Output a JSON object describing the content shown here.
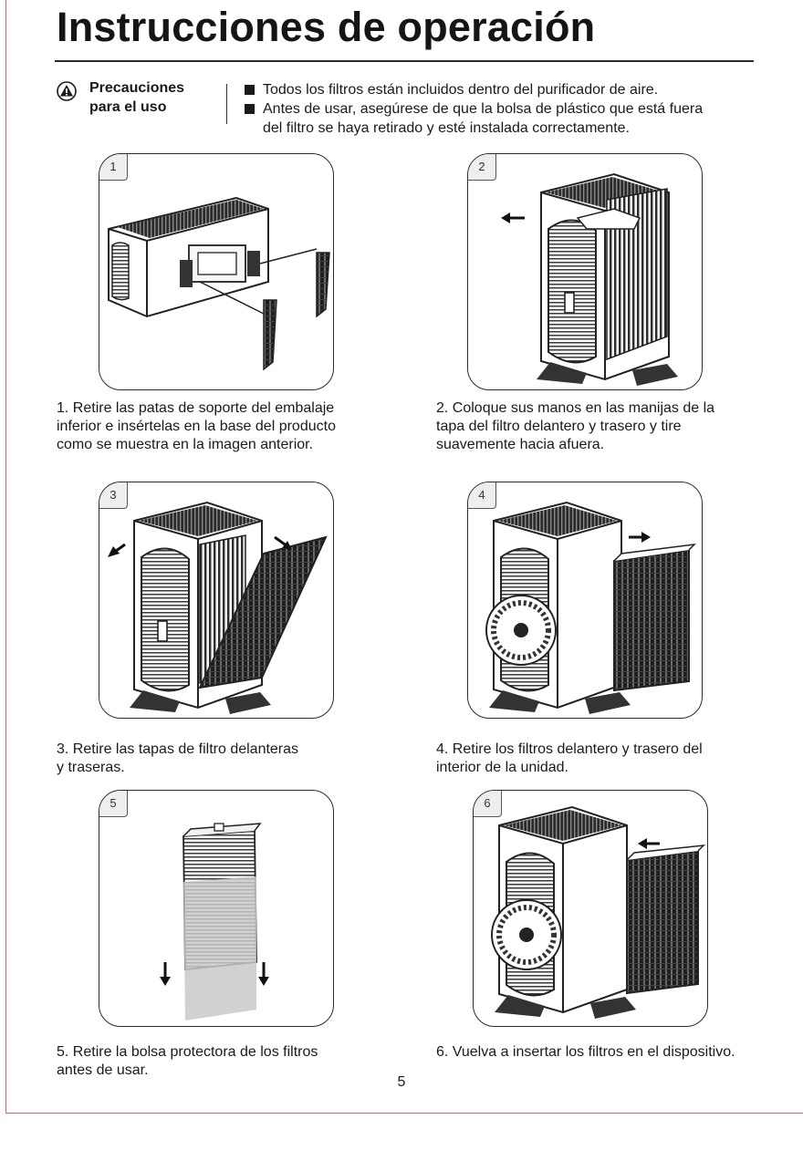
{
  "page": {
    "title": "Instrucciones de operación",
    "page_number": "5"
  },
  "precautions": {
    "label_line1": "Precauciones",
    "label_line2": "para el uso",
    "icon": "warning-triangle-icon",
    "items": [
      {
        "line1": "Todos los filtros están incluidos dentro del purificador de aire.",
        "line2": ""
      },
      {
        "line1": "Antes de usar, asegúrese de que la bolsa de plástico que está fuera",
        "line2": "del filtro se haya retirado y esté instalada correctamente."
      }
    ]
  },
  "steps": [
    {
      "number": "1",
      "caption_lines": [
        "1. Retire las patas de soporte del embalaje",
        "inferior e insértelas en la base del producto",
        "como se muestra en la imagen anterior."
      ]
    },
    {
      "number": "2",
      "caption_lines": [
        "2. Coloque sus manos en las manijas de la",
        "tapa del filtro delantero y trasero y tire",
        "suavemente hacia afuera."
      ]
    },
    {
      "number": "3",
      "caption_lines": [
        "3. Retire las tapas de filtro delanteras",
        "y traseras."
      ]
    },
    {
      "number": "4",
      "caption_lines": [
        "4. Retire los filtros delantero y trasero del",
        "interior de la unidad."
      ]
    },
    {
      "number": "5",
      "caption_lines": [
        "5. Retire la bolsa protectora de los filtros",
        "antes de usar."
      ]
    },
    {
      "number": "6",
      "caption_lines": [
        "6. Vuelva a insertar los filtros en el dispositivo."
      ]
    }
  ],
  "colors": {
    "accent_edge": "#d9626b",
    "ink": "#1a1a1a"
  }
}
